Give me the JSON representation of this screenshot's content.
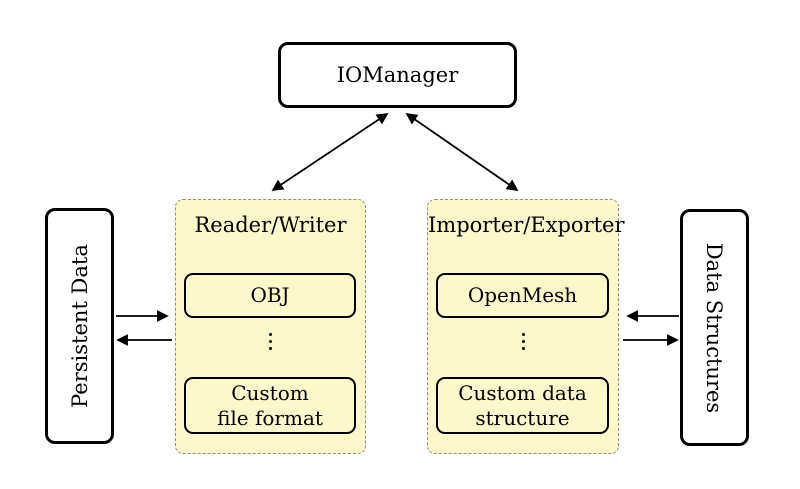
{
  "colors": {
    "background": "#ffffff",
    "group_fill": "#fcf8ca",
    "group_border": "#8c8c8c",
    "node_border": "#000000",
    "text": "#000000"
  },
  "nodes": {
    "iomanager": "IOManager",
    "persistent_data": "Persistent Data",
    "data_structures": "Data Structures"
  },
  "groups": {
    "reader_writer": {
      "title": "Reader/Writer",
      "items": [
        "OBJ",
        "Custom\nfile format"
      ]
    },
    "importer_exporter": {
      "title": "Importer/Exporter",
      "items": [
        "OpenMesh",
        "Custom data\nstructure"
      ]
    }
  },
  "connections": [
    {
      "from": "IOManager",
      "to": "Reader/Writer",
      "type": "bidirectional"
    },
    {
      "from": "IOManager",
      "to": "Importer/Exporter",
      "type": "bidirectional"
    },
    {
      "from": "Persistent Data",
      "to": "Reader/Writer",
      "type": "one-way"
    },
    {
      "from": "Reader/Writer",
      "to": "Persistent Data",
      "type": "one-way"
    },
    {
      "from": "Data Structures",
      "to": "Importer/Exporter",
      "type": "one-way"
    },
    {
      "from": "Importer/Exporter",
      "to": "Data Structures",
      "type": "one-way"
    }
  ]
}
